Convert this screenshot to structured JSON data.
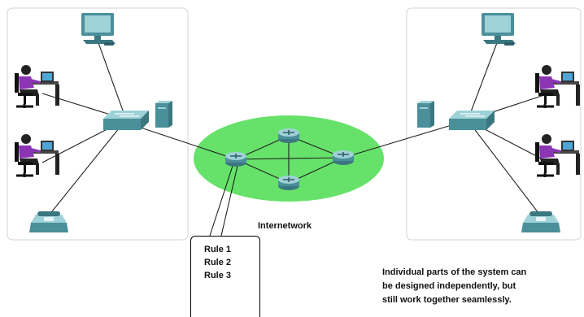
{
  "network_label": "Internetwork",
  "rules": [
    "Rule 1",
    "Rule 2",
    "Rule 3"
  ],
  "caption_lines": [
    "Individual parts of the system can",
    "be designed independently, but",
    "still work together seamlessly."
  ],
  "colors": {
    "cloud": "#66e26a",
    "device": "#4a8f99",
    "device_light": "#9fd2d8",
    "panel_border": "#d0d4d6",
    "person_shirt": "#8b35b5"
  },
  "icons": {
    "left_panel": [
      "desktop-computer-icon",
      "office-worker-icon",
      "office-worker-icon",
      "ip-phone-icon",
      "lan-switch-icon",
      "server-icon"
    ],
    "right_panel": [
      "desktop-computer-icon",
      "office-worker-icon",
      "office-worker-icon",
      "ip-phone-icon",
      "lan-switch-icon",
      "server-icon"
    ],
    "internetwork": [
      "router-icon",
      "router-icon",
      "router-icon",
      "router-icon"
    ]
  }
}
